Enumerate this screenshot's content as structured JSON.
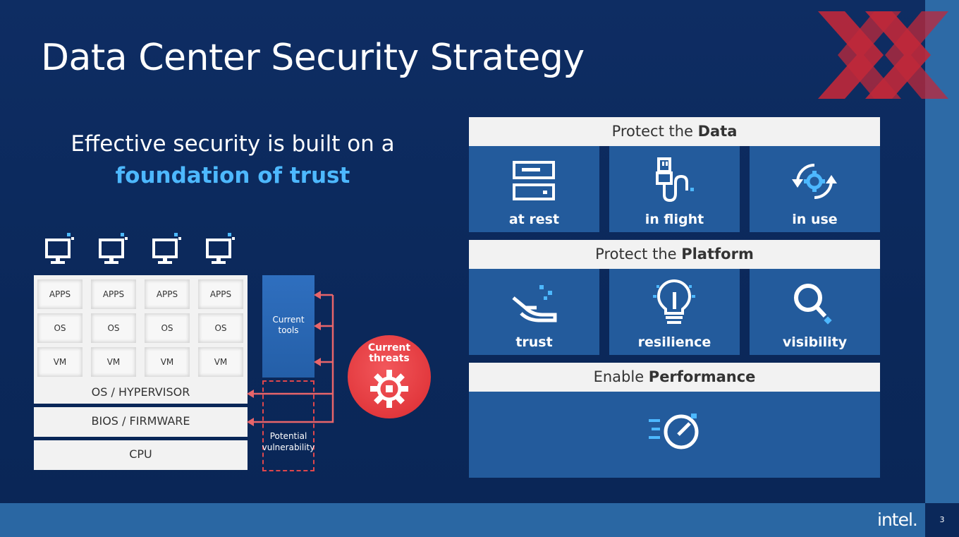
{
  "slide": {
    "title": "Data Center Security Strategy",
    "page_number": "3",
    "logo_text": "intel."
  },
  "lead": {
    "line1": "Effective security is built on a",
    "line2": "foundation of trust"
  },
  "stack": {
    "columns": [
      {
        "apps": "APPS",
        "os": "OS",
        "vm": "VM"
      },
      {
        "apps": "APPS",
        "os": "OS",
        "vm": "VM"
      },
      {
        "apps": "APPS",
        "os": "OS",
        "vm": "VM"
      },
      {
        "apps": "APPS",
        "os": "OS",
        "vm": "VM"
      }
    ],
    "hypervisor": "OS / HYPERVISOR",
    "firmware": "BIOS / FIRMWARE",
    "cpu": "CPU",
    "tools": "Current tools",
    "vulnerability": "Potential vulnerability",
    "threats": "Current threats"
  },
  "protect_data": {
    "header_prefix": "Protect the ",
    "header_bold": "Data",
    "tiles": [
      {
        "label": "at rest",
        "icon": "server-icon"
      },
      {
        "label": "in flight",
        "icon": "cable-plug-icon"
      },
      {
        "label": "in use",
        "icon": "gear-cycle-icon"
      }
    ]
  },
  "protect_platform": {
    "header_prefix": "Protect the ",
    "header_bold": "Platform",
    "tiles": [
      {
        "label": "trust",
        "icon": "hand-icon"
      },
      {
        "label": "resilience",
        "icon": "lightbulb-icon"
      },
      {
        "label": "visibility",
        "icon": "magnifier-icon"
      }
    ]
  },
  "performance": {
    "header_prefix": "Enable ",
    "header_bold": "Performance",
    "icon": "speedometer-icon"
  },
  "colors": {
    "background": "#0d2a5c",
    "accent_light_blue": "#4db8ff",
    "tile_blue": "#235b9c",
    "threat_red": "#e2383d",
    "header_gray": "#f2f2f2"
  }
}
